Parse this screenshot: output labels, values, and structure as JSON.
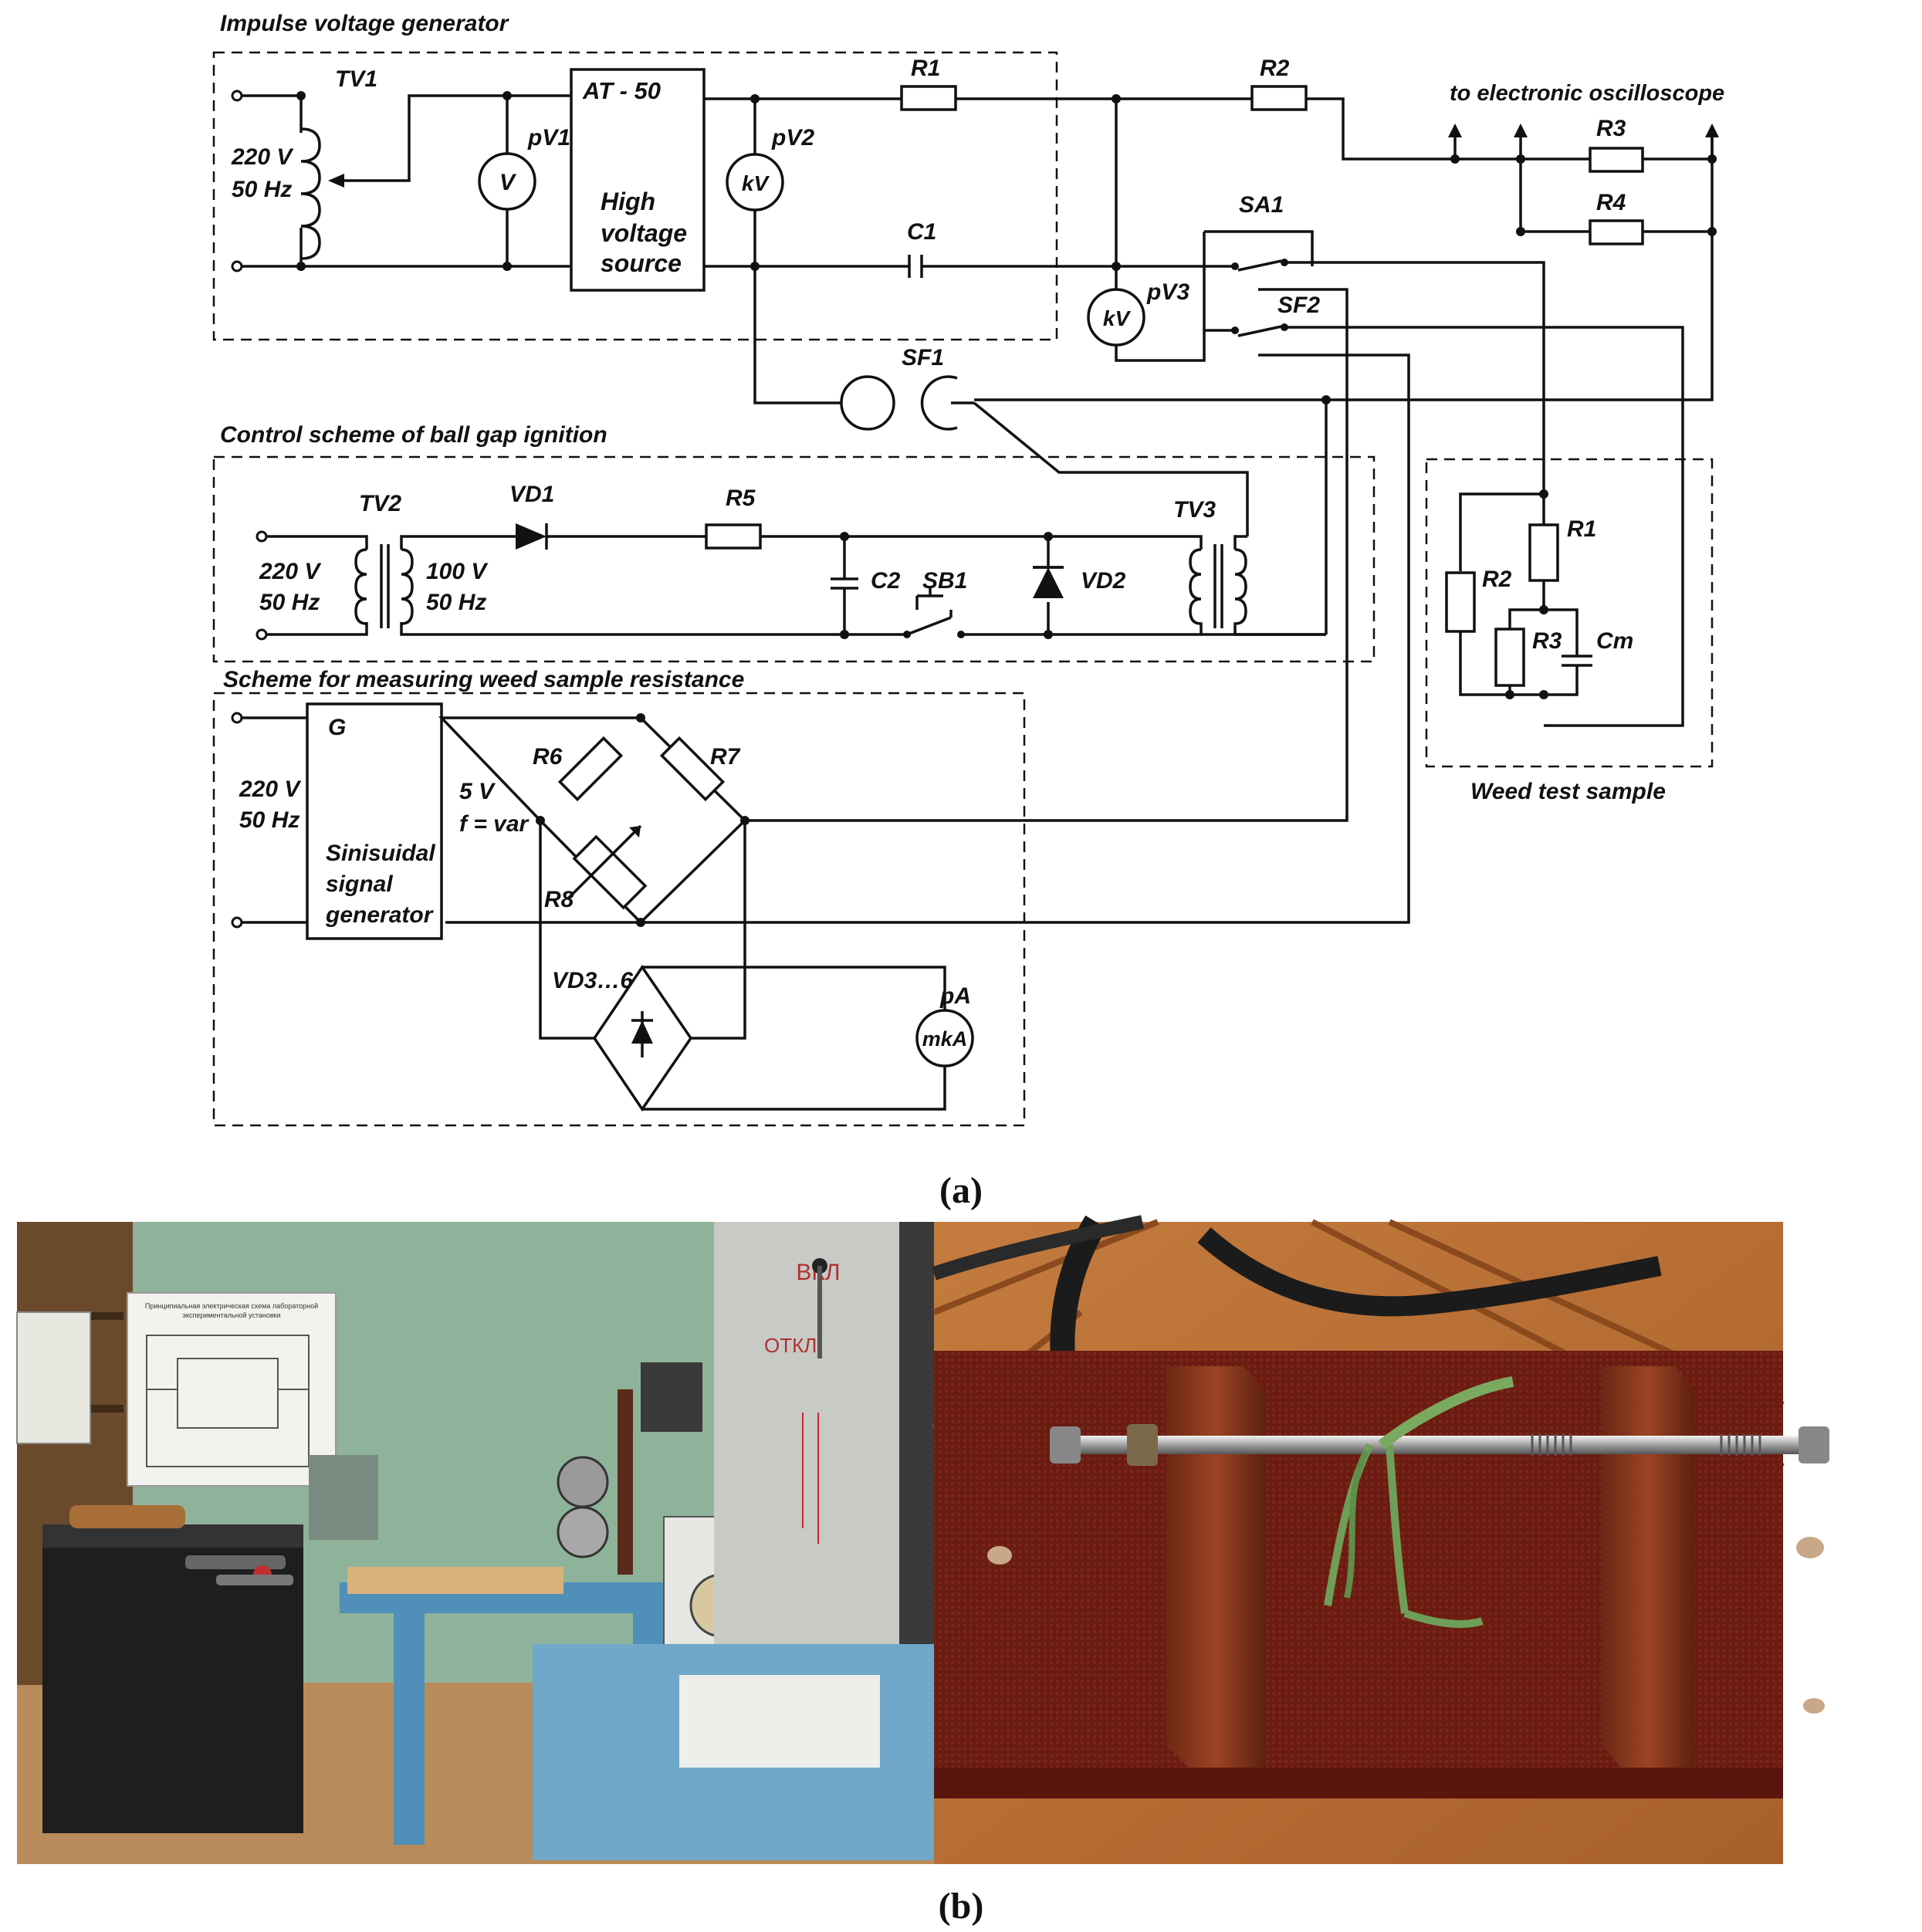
{
  "figure": {
    "caption_a": "(a)",
    "caption_b": "(b)"
  },
  "sections": {
    "impulse_generator": "Impulse voltage generator",
    "control_scheme": "Control scheme of ball gap ignition",
    "measuring_scheme": "Scheme for measuring weed sample resistance",
    "weed_sample": "Weed test sample",
    "oscilloscope": "to electronic oscilloscope"
  },
  "components": {
    "TV1": "TV1",
    "TV2": "TV2",
    "TV3": "TV3",
    "pV1": "pV1",
    "pV2": "pV2",
    "pV3": "pV3",
    "pA": "pA",
    "V": "V",
    "kV": "kV",
    "mkA": "mkA",
    "AT50": "AT - 50",
    "hv1": "High",
    "hv2": "voltage",
    "hv3": "source",
    "R1": "R1",
    "R2": "R2",
    "R3": "R3",
    "R4": "R4",
    "R5": "R5",
    "R6": "R6",
    "R7": "R7",
    "R8": "R8",
    "C1": "C1",
    "C2": "C2",
    "Cm": "Cm",
    "SA1": "SA1",
    "SF1": "SF1",
    "SF2": "SF2",
    "SB1": "SB1",
    "VD1": "VD1",
    "VD2": "VD2",
    "VD36": "VD3…6",
    "G": "G",
    "gen1": "Sinisuidal",
    "gen2": "signal",
    "gen3": "generator"
  },
  "ratings": {
    "v220": "220 V",
    "hz50": "50 Hz",
    "v100": "100 V",
    "v5": "5 V",
    "fvar": "f = var"
  },
  "photos": {
    "left_poster_title_1": "Принципиальная электрическая схема лабораторной",
    "left_poster_title_2": "экспериментальной установки",
    "cabinet_text_1": "ВКЛ",
    "cabinet_text_2": "ОТКЛ"
  },
  "colors": {
    "ink": "#111111",
    "photo_wall": "#8fb39a",
    "photo_board": "#6e1f14",
    "photo_wood": "#8b3a1e",
    "leaf": "#6f9e58"
  }
}
